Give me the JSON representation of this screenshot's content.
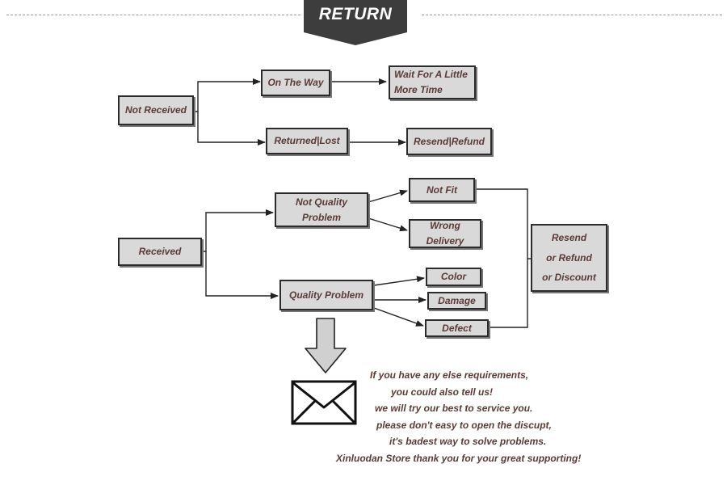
{
  "header": {
    "title": "RETURN"
  },
  "flow": {
    "not_received": {
      "label": "Not Received",
      "on_the_way": "On The Way",
      "wait_line1": "Wait For A Little",
      "wait_line2": "More Time",
      "returned_lost": "Returned|Lost",
      "resend_refund": "Resend|Refund"
    },
    "received": {
      "label": "Received",
      "not_quality_line1": "Not Quality",
      "not_quality_line2": "Problem",
      "not_fit": "Not Fit",
      "wrong_line1": "Wrong",
      "wrong_line2": "Delivery",
      "quality_problem": "Quality Problem",
      "color": "Color",
      "damage": "Damage",
      "defect": "Defect",
      "outcome_line1": "Resend",
      "outcome_line2": "or Refund",
      "outcome_line3": "or Discount"
    }
  },
  "message": {
    "lines": [
      "If you have any else requirements,",
      "you could also tell us!",
      "we will try our best to service you.",
      "please don't easy to open the discupt,",
      "it's badest way to solve problems.",
      "Xinluodan Store thank you for your great supporting!"
    ]
  },
  "icons": {
    "arrow": "down-arrow-icon",
    "mail": "envelope-icon"
  },
  "colors": {
    "box_fill": "#d9d9d9",
    "text": "#5a3a36",
    "banner": "#3d3d3d"
  }
}
